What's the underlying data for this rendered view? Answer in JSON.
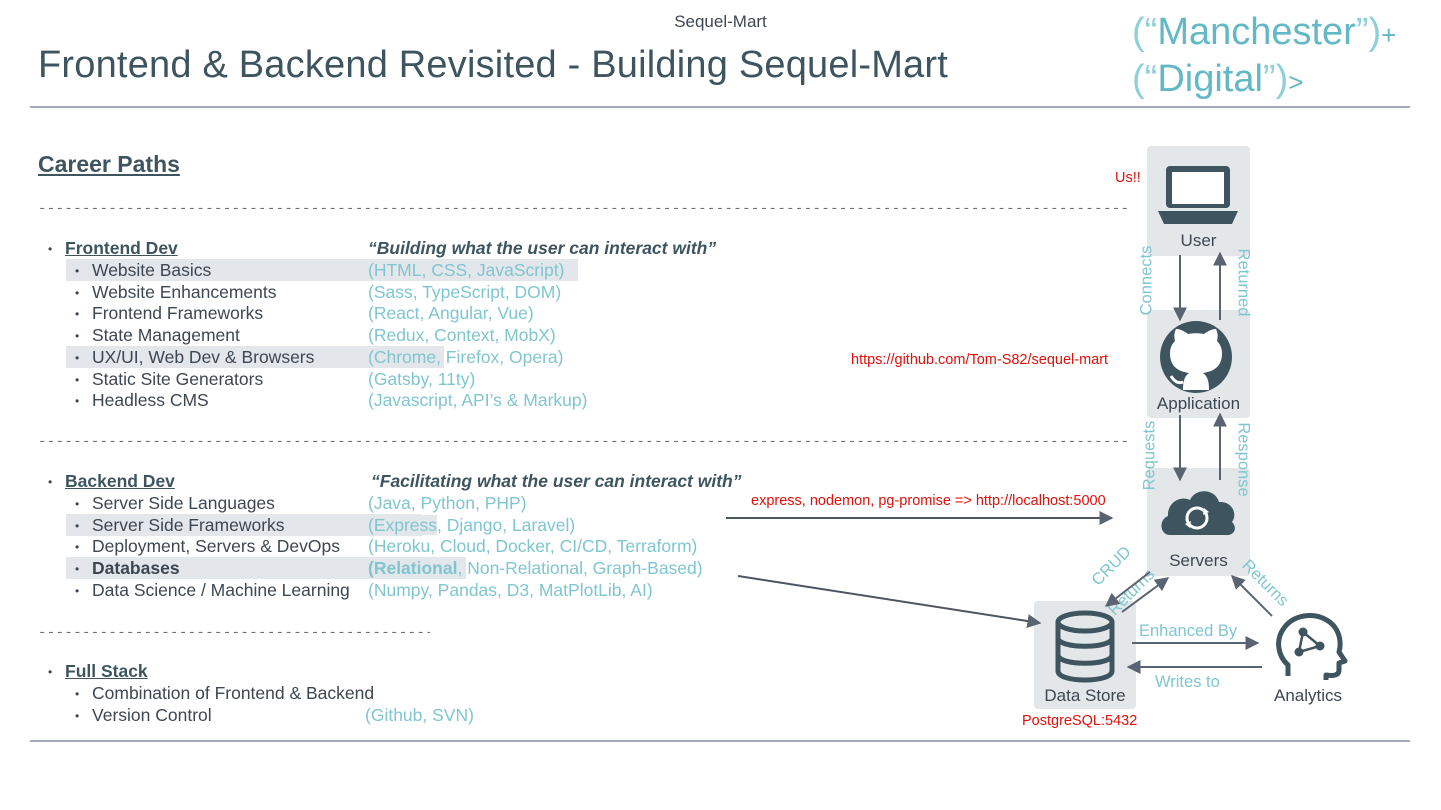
{
  "header": {
    "top_title": "Sequel-Mart",
    "title": "Frontend & Backend Revisited - Building Sequel-Mart",
    "logo_line1_a": "(“",
    "logo_line1_b": "Manchester",
    "logo_line1_c": "”)",
    "logo_line1_op": "+",
    "logo_line2_a": "(“",
    "logo_line2_b": "Digital",
    "logo_line2_c": "”)",
    "logo_line2_op": ">"
  },
  "section_title": "Career Paths",
  "dashes": {
    "long": "------------------------------------------------------------------------------------------------------------------------------------------",
    "short": "---------------------------------------------------"
  },
  "frontend": {
    "heading": "Frontend Dev",
    "tagline": "“Building what the user can interact with”",
    "items": [
      {
        "label": "Website Basics",
        "tech_hl": "(HTML, CSS, JavaScript)",
        "tech_rest": ""
      },
      {
        "label": "Website Enhancements",
        "tech_hl": "",
        "tech_rest": "(Sass, TypeScript, DOM)"
      },
      {
        "label": "Frontend Frameworks",
        "tech_hl": "",
        "tech_rest": "(React, Angular, Vue)"
      },
      {
        "label": "State Management",
        "tech_hl": "",
        "tech_rest": "(Redux, Context, MobX)"
      },
      {
        "label": "UX/UI, Web Dev & Browsers",
        "tech_hl": "(Chrome",
        "tech_rest": ", Firefox, Opera)"
      },
      {
        "label": "Static Site Generators",
        "tech_hl": "",
        "tech_rest": "(Gatsby, 11ty)"
      },
      {
        "label": "Headless CMS",
        "tech_hl": "",
        "tech_rest": "(Javascript, API’s & Markup)"
      }
    ]
  },
  "backend": {
    "heading": "Backend Dev",
    "tagline": "“Facilitating what the user can interact with”",
    "items": [
      {
        "label": "Server Side Languages",
        "tech_hl": "",
        "tech_rest": "(Java, Python, PHP)"
      },
      {
        "label": "Server Side Frameworks",
        "tech_hl": "(Express",
        "tech_rest": ", Django, Laravel)"
      },
      {
        "label": "Deployment, Servers & DevOps",
        "tech_hl": "",
        "tech_rest": "(Heroku, Cloud, Docker, CI/CD, Terraform)"
      },
      {
        "label": "Databases",
        "tech_hl": "(Relational",
        "tech_rest": ", Non-Relational, Graph-Based)"
      },
      {
        "label": "Data Science / Machine Learning",
        "tech_hl": "",
        "tech_rest": "(Numpy, Pandas, D3, MatPlotLib, AI)"
      }
    ]
  },
  "fullstack": {
    "heading": "Full Stack",
    "items": [
      {
        "label": "Combination of Frontend & Backend",
        "tech": ""
      },
      {
        "label": "Version Control",
        "tech": "(Github, SVN)"
      }
    ]
  },
  "annotations": {
    "us": "Us!!",
    "github_url": "https://github.com/Tom-S82/sequel-mart",
    "express_note": "express, nodemon, pg-promise => http://localhost:5000",
    "postgres": "PostgreSQL:5432"
  },
  "diagram": {
    "user": "User",
    "application": "Application",
    "servers": "Servers",
    "data_store": "Data Store",
    "analytics": "Analytics",
    "connects": "Connects",
    "returned": "Returned",
    "requests": "Requests",
    "response": "Response",
    "crud": "CRUD",
    "returns_left": "Returns",
    "returns_right": "Returns",
    "enhanced_by": "Enhanced By",
    "writes_to": "Writes to"
  },
  "colors": {
    "title": "#3e5560",
    "accent_teal": "#7fc6d0",
    "icon_dark": "#3e5560",
    "annotation_red": "#e0100b",
    "highlight_gray": "#e3e6ea"
  }
}
